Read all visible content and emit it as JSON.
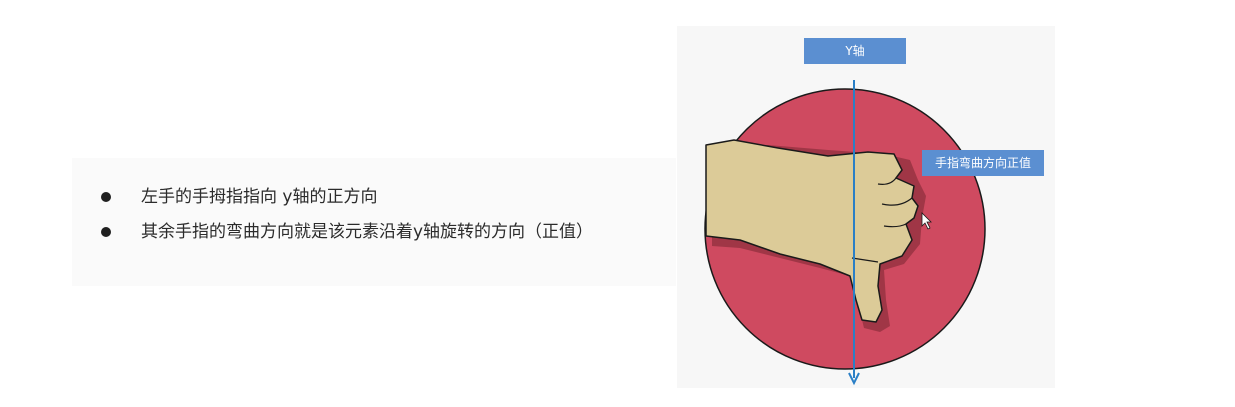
{
  "bullets": [
    "左手的手拇指指向 y轴的正方向",
    "其余手指的弯曲方向就是该元素沿着y轴旋转的方向（正值）"
  ],
  "diagram": {
    "y_axis_label": "Y轴",
    "finger_label": "手指弯曲方向正值",
    "colors": {
      "circle_fill": "#cf4a60",
      "hand_fill": "#dccb98",
      "axis_line": "#2a7fc6",
      "label_bg": "#5b8fd1"
    }
  }
}
